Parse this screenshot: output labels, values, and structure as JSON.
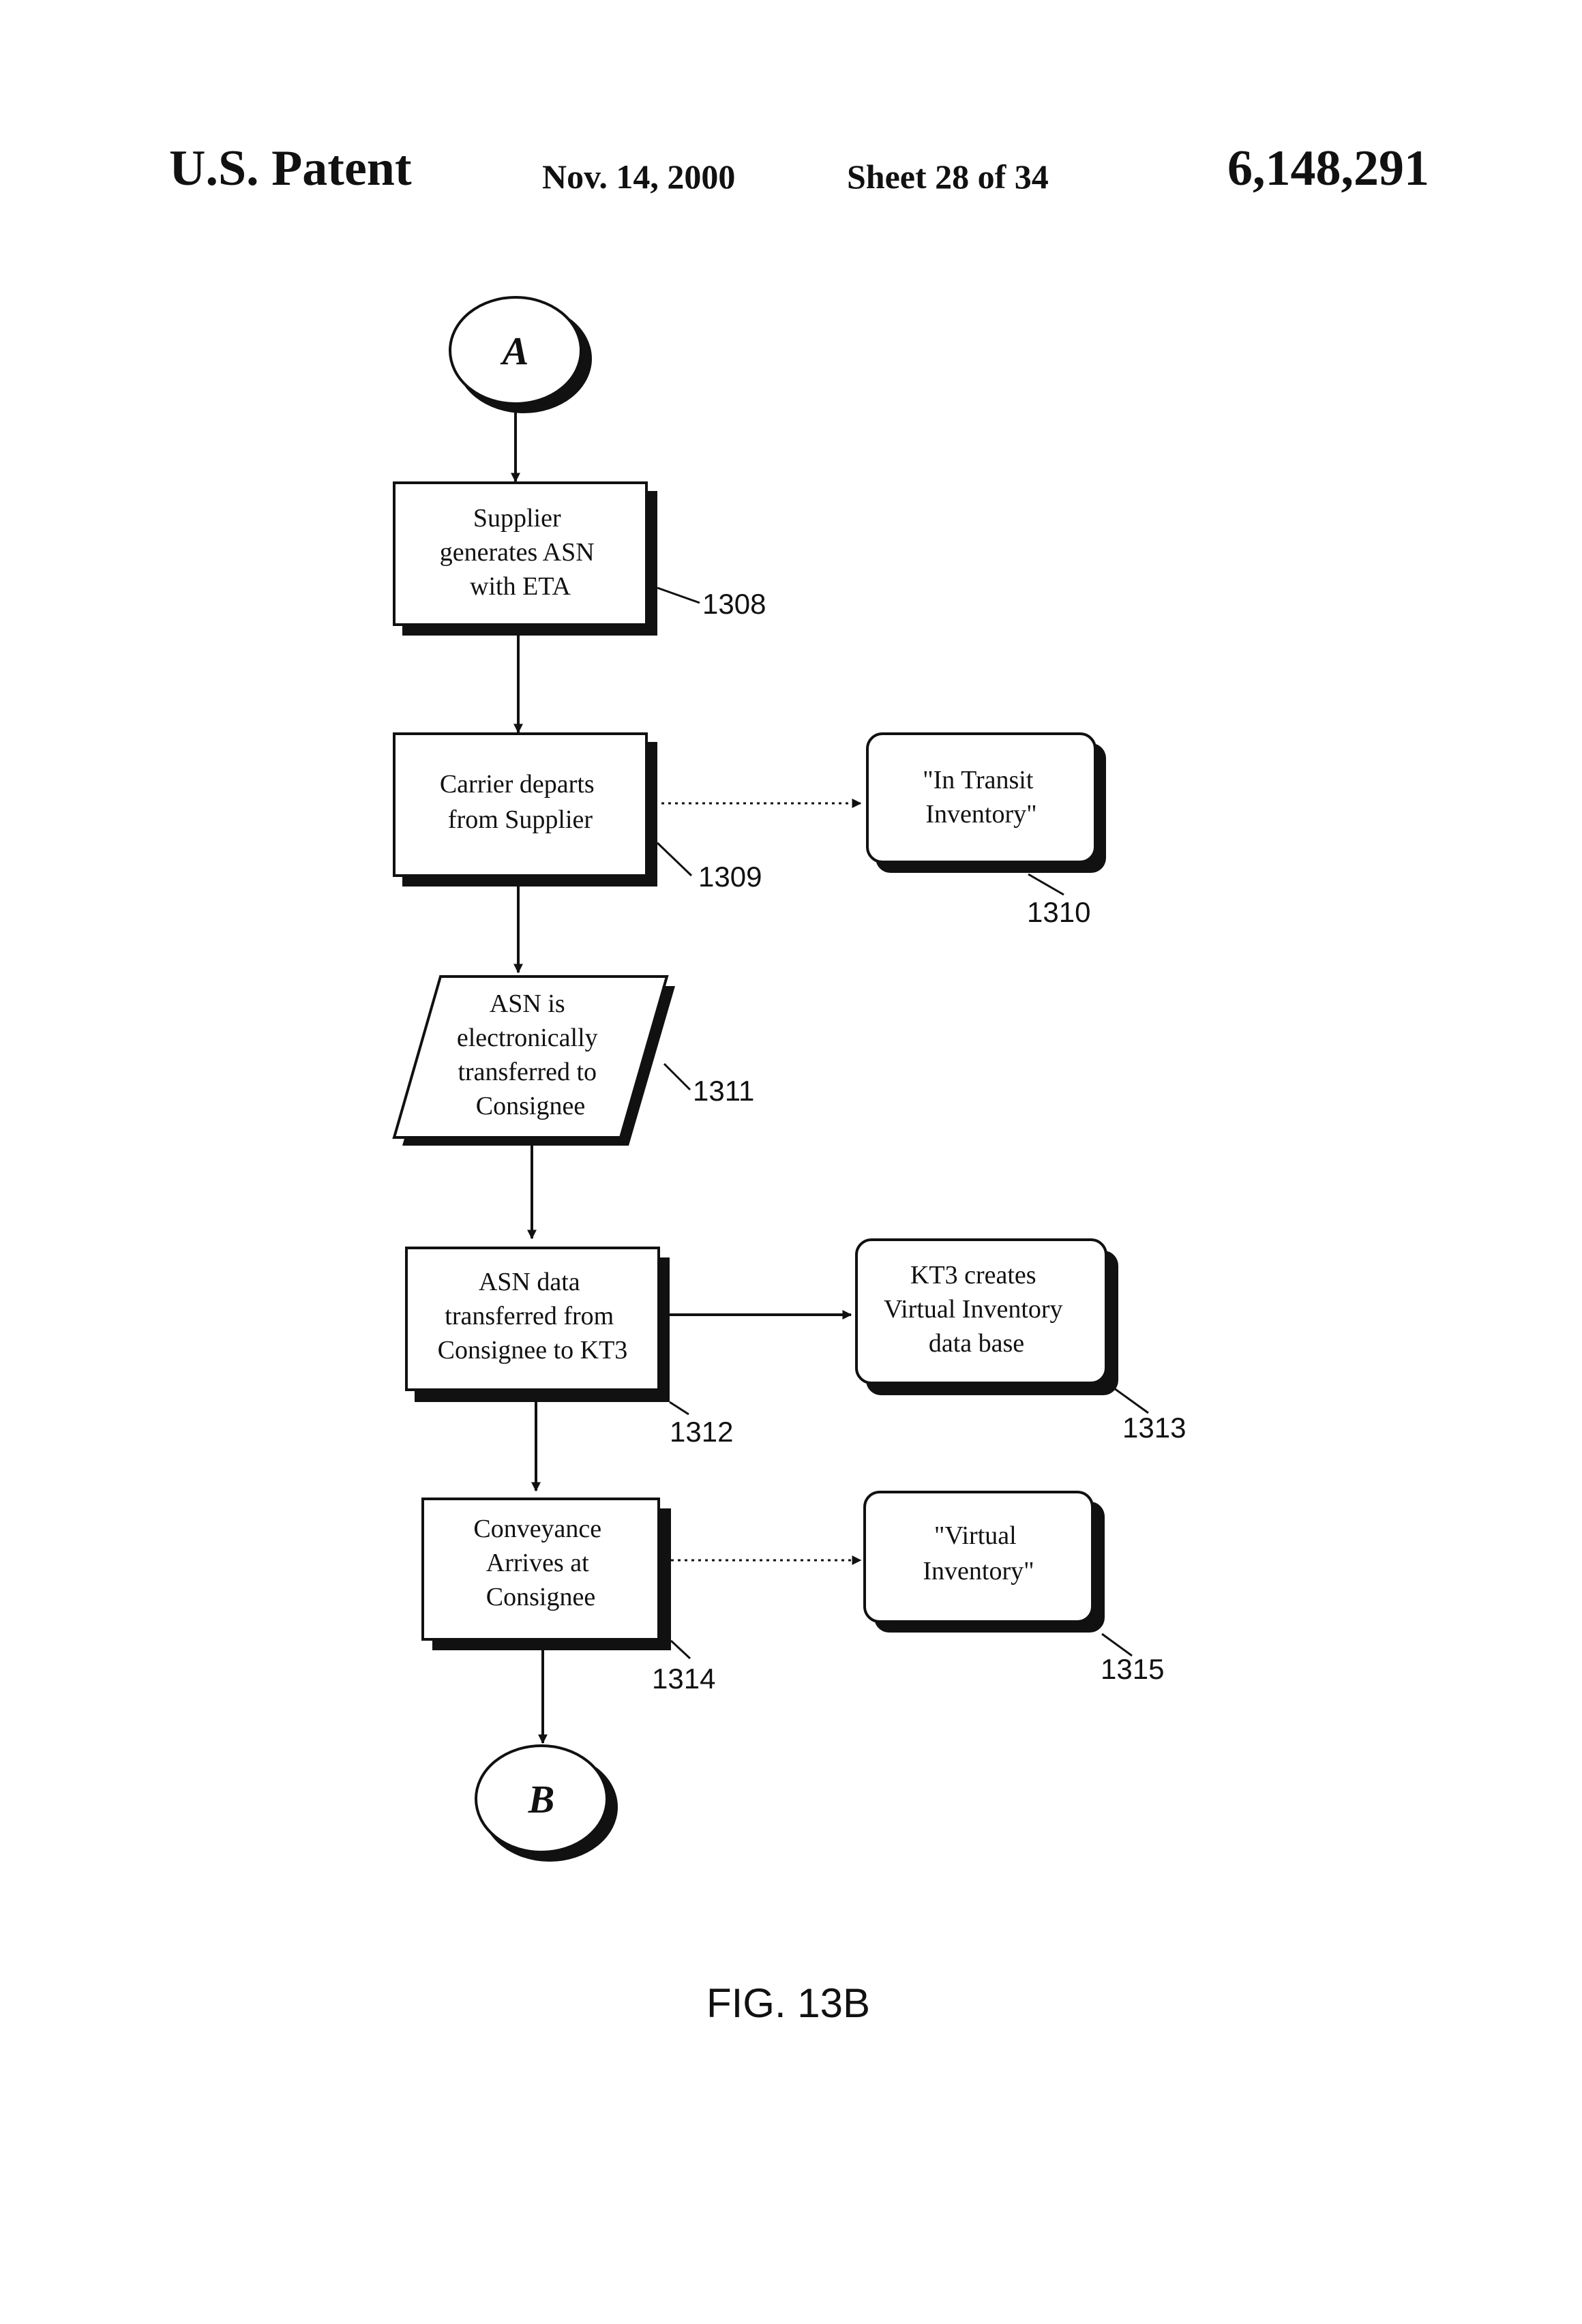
{
  "header": {
    "left": "U.S. Patent",
    "date": "Nov. 14, 2000",
    "sheet": "Sheet 28 of 34",
    "patent_number": "6,148,291"
  },
  "connectors": {
    "start": "A",
    "end": "B"
  },
  "steps": {
    "s1308": {
      "lines": [
        "Supplier",
        "generates ASN",
        "with ETA"
      ],
      "ref": "1308"
    },
    "s1309": {
      "lines": [
        "Carrier departs",
        "from Supplier"
      ],
      "ref": "1309"
    },
    "s1310": {
      "lines": [
        "\"In Transit",
        "Inventory\""
      ],
      "ref": "1310"
    },
    "s1311": {
      "lines": [
        "ASN is",
        "electronically",
        "transferred to",
        "Consignee"
      ],
      "ref": "1311"
    },
    "s1312": {
      "lines": [
        "ASN data",
        "transferred from",
        "Consignee to KT3"
      ],
      "ref": "1312"
    },
    "s1313": {
      "lines": [
        "KT3 creates",
        "Virtual Inventory",
        "data base"
      ],
      "ref": "1313"
    },
    "s1314": {
      "lines": [
        "Conveyance",
        "Arrives at",
        "Consignee"
      ],
      "ref": "1314"
    },
    "s1315": {
      "lines": [
        "\"Virtual",
        "Inventory\""
      ],
      "ref": "1315"
    }
  },
  "figure_label": "FIG. 13B"
}
